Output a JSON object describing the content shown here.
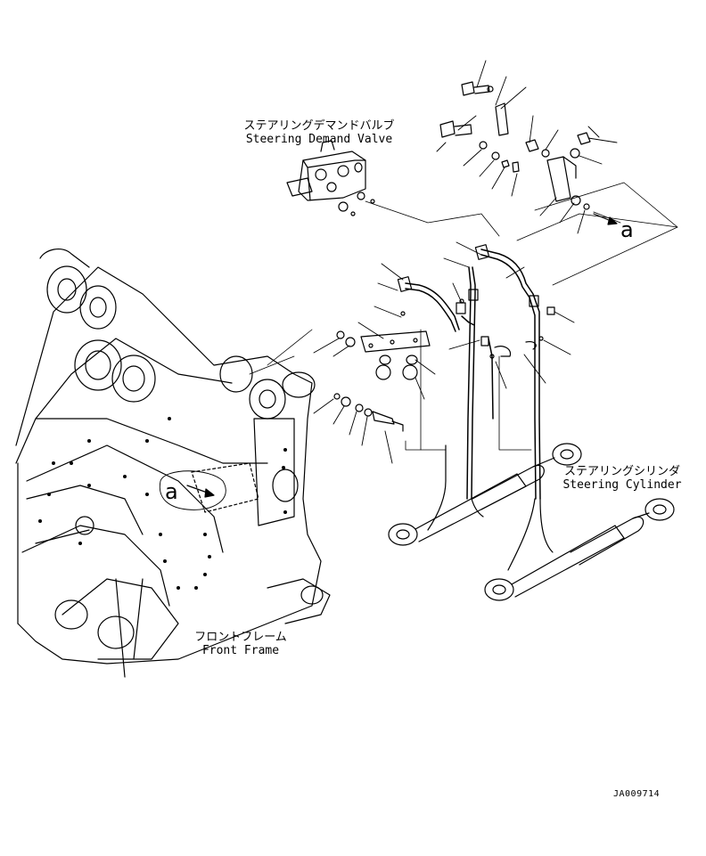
{
  "labels": {
    "steering_demand_valve": {
      "jp": "ステアリングデマンドバルブ",
      "en": "Steering Demand Valve"
    },
    "steering_cylinder": {
      "jp": "ステアリングシリンダ",
      "en": "Steering Cylinder"
    },
    "front_frame": {
      "jp": "フロントフレーム",
      "en": "Front Frame"
    }
  },
  "reference_marks": {
    "right": "a",
    "left": "a"
  },
  "document_code": "JA009714"
}
